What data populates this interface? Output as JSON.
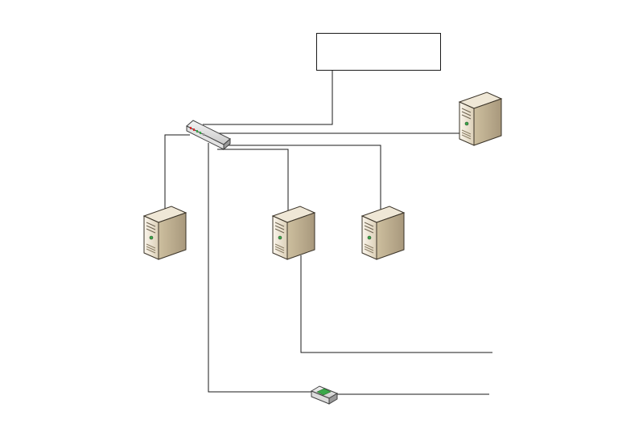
{
  "diagram": {
    "box": {
      "label": ""
    },
    "nodes": [
      {
        "id": "switch",
        "kind": "network-switch"
      },
      {
        "id": "server-top-right",
        "kind": "server"
      },
      {
        "id": "server-left",
        "kind": "server"
      },
      {
        "id": "server-middle",
        "kind": "server"
      },
      {
        "id": "server-right",
        "kind": "server"
      },
      {
        "id": "hub-bottom",
        "kind": "network-hub"
      }
    ],
    "links": [
      {
        "from": "switch",
        "to": "box"
      },
      {
        "from": "switch",
        "to": "server-top-right"
      },
      {
        "from": "switch",
        "to": "server-left"
      },
      {
        "from": "switch",
        "to": "server-middle"
      },
      {
        "from": "switch",
        "to": "server-right"
      },
      {
        "from": "switch",
        "to": "hub-bottom"
      },
      {
        "from": "server-middle",
        "to": "offpage-right"
      },
      {
        "from": "hub-bottom",
        "to": "offpage-right"
      }
    ],
    "colors": {
      "server_light": "#f3ece0",
      "server_mid": "#d9ccb4",
      "server_dark": "#a8987c",
      "line": "#1a1a1a",
      "switch_led_red": "#d83030",
      "switch_led_green": "#3aa84a"
    }
  }
}
